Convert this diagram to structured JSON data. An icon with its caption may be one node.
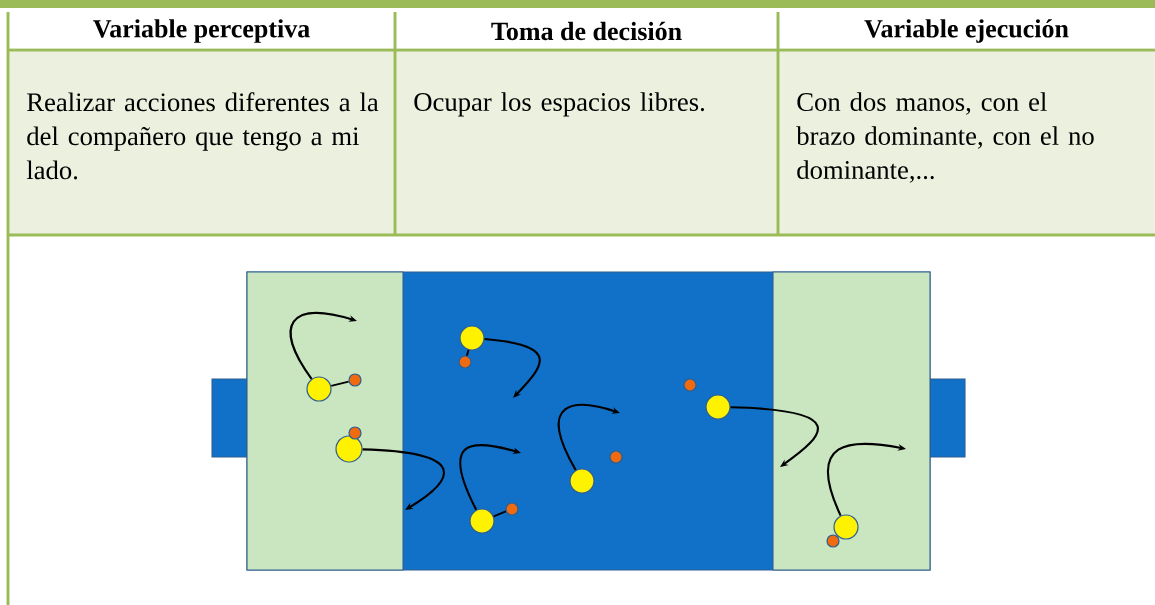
{
  "diagram": {
    "nodes": [
      {
        "text": [],
        "shape": "circle"
      },
      {
        "text": [],
        "shape": "circle"
      },
      {
        "text": [],
        "shape": "circle"
      },
      {
        "text": [],
        "shape": "circle"
      },
      {
        "text": [],
        "shape": "circle"
      },
      {
        "text": [],
        "shape": "circle"
      },
      {
        "text": [],
        "shape": "circle"
      },
      {
        "text": [],
        "shape": "circle"
      },
      {
        "text": [],
        "shape": "circle"
      },
      {
        "text": [],
        "shape": "circle"
      },
      {
        "text": [],
        "shape": "circle"
      },
      {
        "text": [],
        "shape": "circle"
      },
      {
        "text": [],
        "shape": "circle"
      },
      {
        "text": [],
        "shape": "circle"
      }
    ],
    "edges": [
      {
        "from": 0,
        "to": null,
        "arrow": "to"
      },
      {
        "from": 1,
        "to": null,
        "arrow": "to"
      },
      {
        "from": 2,
        "to": null,
        "arrow": "to"
      },
      {
        "from": 3,
        "to": null,
        "arrow": "to"
      },
      {
        "from": 4,
        "to": null,
        "arrow": "to"
      },
      {
        "from": 5,
        "to": null,
        "arrow": "to"
      },
      {
        "from": 6,
        "to": null,
        "arrow": "to"
      },
      {
        "from": 0,
        "to": 7,
        "arrow": "none"
      },
      {
        "from": 2,
        "to": 9,
        "arrow": "none"
      },
      {
        "from": 3,
        "to": 10,
        "arrow": "none"
      }
    ],
    "labels": [
      "Variable perceptiva",
      "Toma de decisión",
      "Variable ejecución",
      "Realizar acciones diferentes a la del compañero que tengo a mi lado.",
      "Ocupar los espacios libres.",
      "Con dos manos, con el brazo dominante, con el no dominante,..."
    ]
  }
}
